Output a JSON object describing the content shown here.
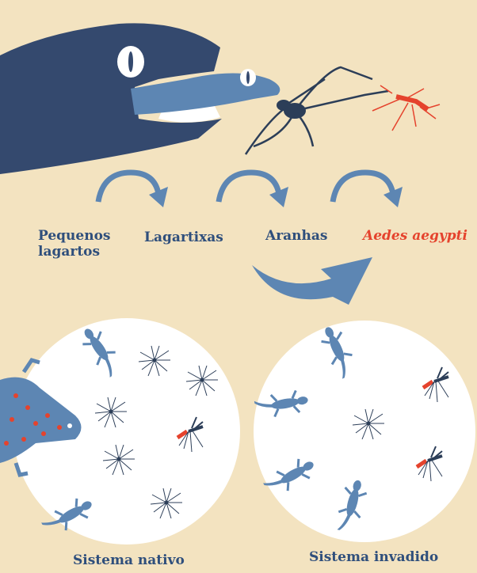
{
  "food_chain": {
    "step1": "Pequenos\nlagartos",
    "step2": "Lagartixas",
    "step3": "Aranhas",
    "step4": "Aedes aegypti"
  },
  "systems": {
    "native": "Sistema nativo",
    "invaded": "Sistema invadido"
  },
  "colors": {
    "background": "#f3e3c0",
    "dark_lizard": "#34496e",
    "gecko": "#5d86b3",
    "label_text": "#2f4f7c",
    "mosquito": "#e5432d",
    "spider": "#2c3e58"
  }
}
